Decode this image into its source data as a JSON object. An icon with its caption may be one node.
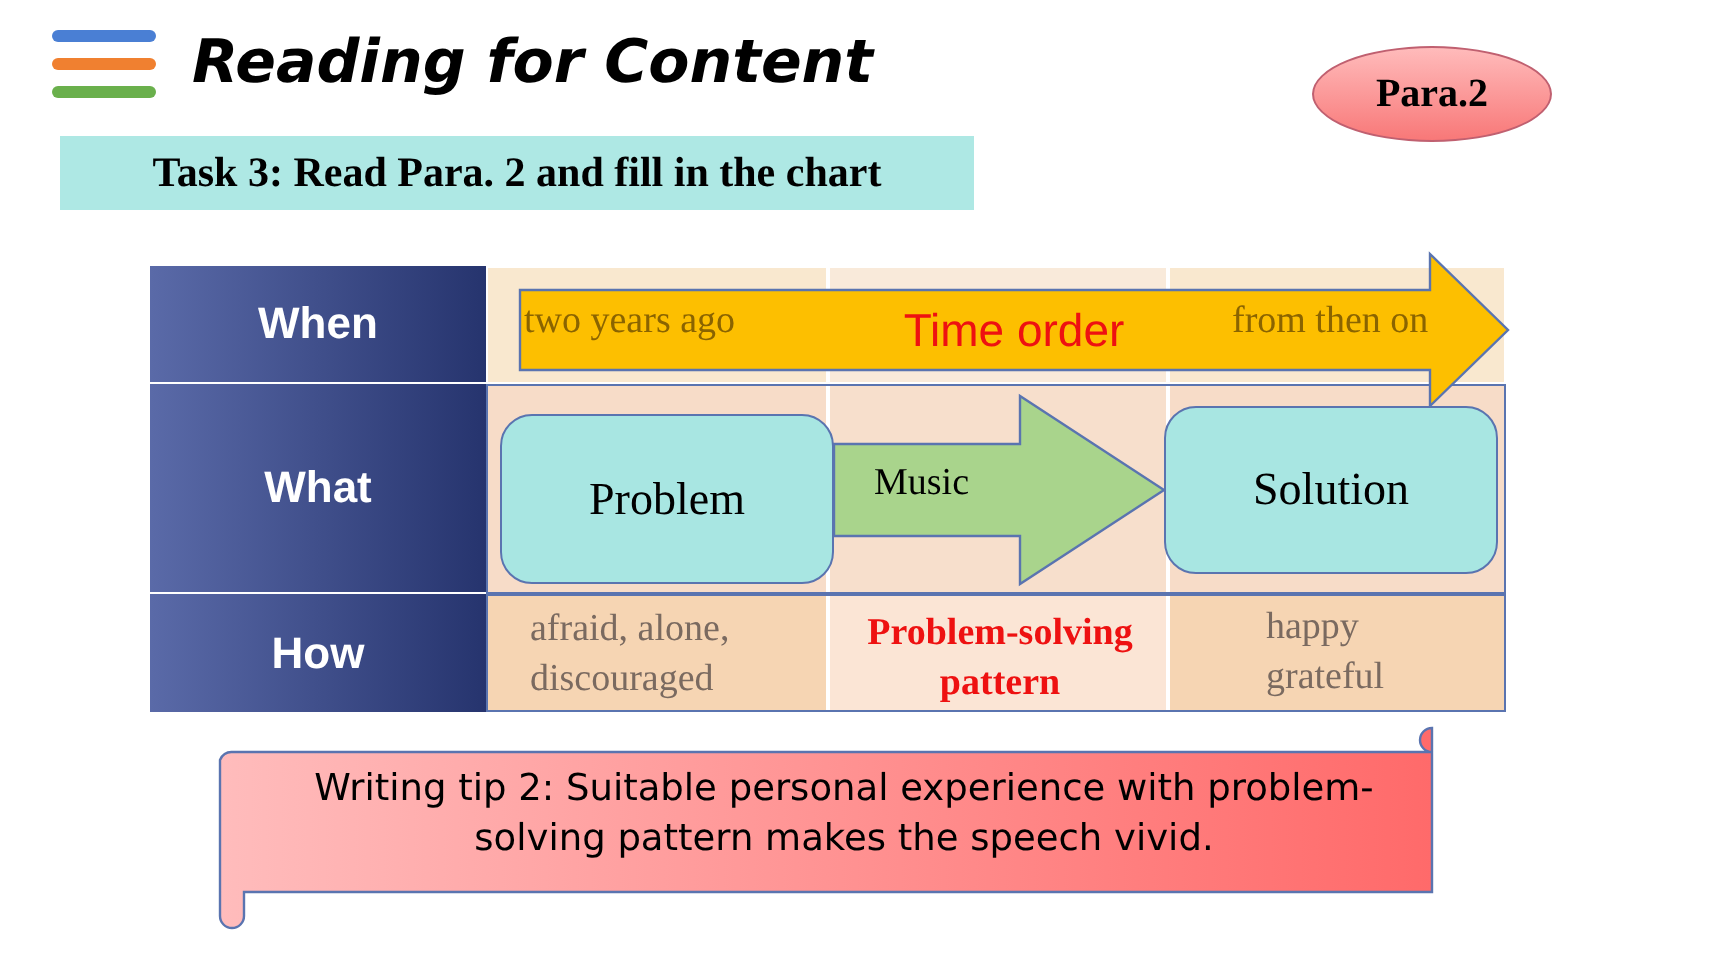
{
  "diagram": {
    "title": "Reading for Content",
    "nodes": [
      {
        "text": [
          "Para.2"
        ]
      },
      {
        "text": [
          "Task 3: Read Para. 2 and fill in the chart"
        ]
      },
      {
        "text": [
          "When"
        ]
      },
      {
        "text": [
          "What"
        ]
      },
      {
        "text": [
          "How"
        ]
      },
      {
        "text": [
          "Time order"
        ]
      },
      {
        "text": [
          "Problem"
        ]
      },
      {
        "text": [
          "Solution"
        ]
      },
      {
        "text": [
          "Writing tip 2: Suitable personal experience with problem-solving pattern makes the speech vivid."
        ]
      }
    ],
    "edges": [
      {
        "from": 6,
        "to": 7,
        "arrow": "to",
        "label": "Music"
      }
    ],
    "labels": [
      "two years ago",
      "from then on",
      "afraid, alone, discouraged",
      "Problem-solving pattern",
      "happy grateful"
    ]
  }
}
